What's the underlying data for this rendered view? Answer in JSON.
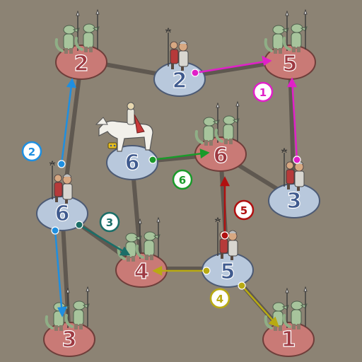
{
  "colors": {
    "background": "#8c8374",
    "edge": "#5f5850",
    "enemy_disc": "#c97a76",
    "ally_disc": "#b8c8dc",
    "enemy_text": "#9e3a42",
    "ally_text": "#3f5a8e",
    "magenta": "#e020c8",
    "blue": "#1f8fe0",
    "teal": "#1a6e68",
    "olive": "#b8aa12",
    "red": "#b01010",
    "green": "#1a9a2a"
  },
  "nodes": [
    {
      "id": "n-enemy-2-top-left",
      "faction": "enemy",
      "value": "2",
      "unit": "lizard-soldiers"
    },
    {
      "id": "n-ally-2-top",
      "faction": "ally",
      "value": "2",
      "unit": "human-soldiers"
    },
    {
      "id": "n-enemy-5-top-right",
      "faction": "enemy",
      "value": "5",
      "unit": "lizard-soldiers"
    },
    {
      "id": "n-ally-6-knight",
      "faction": "ally",
      "value": "6",
      "unit": "mounted-knight"
    },
    {
      "id": "n-enemy-6-center",
      "faction": "enemy",
      "value": "6",
      "unit": "lizard-soldiers"
    },
    {
      "id": "n-ally-6-left",
      "faction": "ally",
      "value": "6",
      "unit": "human-soldiers"
    },
    {
      "id": "n-ally-3-right",
      "faction": "ally",
      "value": "3",
      "unit": "human-soldiers"
    },
    {
      "id": "n-enemy-4-mid",
      "faction": "enemy",
      "value": "4",
      "unit": "lizard-soldiers"
    },
    {
      "id": "n-ally-5-mid",
      "faction": "ally",
      "value": "5",
      "unit": "human-soldiers"
    },
    {
      "id": "n-enemy-3-bottom-left",
      "faction": "enemy",
      "value": "3",
      "unit": "lizard-soldiers"
    },
    {
      "id": "n-enemy-1-bottom-right",
      "faction": "enemy",
      "value": "1",
      "unit": "lizard-soldiers"
    }
  ],
  "moves": [
    {
      "step": "1",
      "from": "ally 2",
      "to": "enemy 5",
      "color": "magenta"
    },
    {
      "step": "2",
      "from": "ally 6",
      "to": "enemy 2",
      "color": "blue"
    },
    {
      "step": "3",
      "from": "ally 6",
      "to": "enemy 4",
      "color": "teal"
    },
    {
      "step": "4",
      "from": "ally 5",
      "to": "enemy 4",
      "color": "olive"
    },
    {
      "step": "5",
      "from": "ally 5",
      "to": "enemy 6",
      "color": "red"
    },
    {
      "step": "6",
      "from": "ally 6 knight",
      "to": "enemy 6",
      "color": "green"
    }
  ],
  "extra_moves": [
    {
      "from": "ally 3",
      "to": "enemy 5",
      "color": "magenta"
    },
    {
      "from": "ally 6",
      "to": "enemy 3",
      "color": "blue"
    },
    {
      "from": "ally 5",
      "to": "enemy 1",
      "color": "olive"
    }
  ]
}
